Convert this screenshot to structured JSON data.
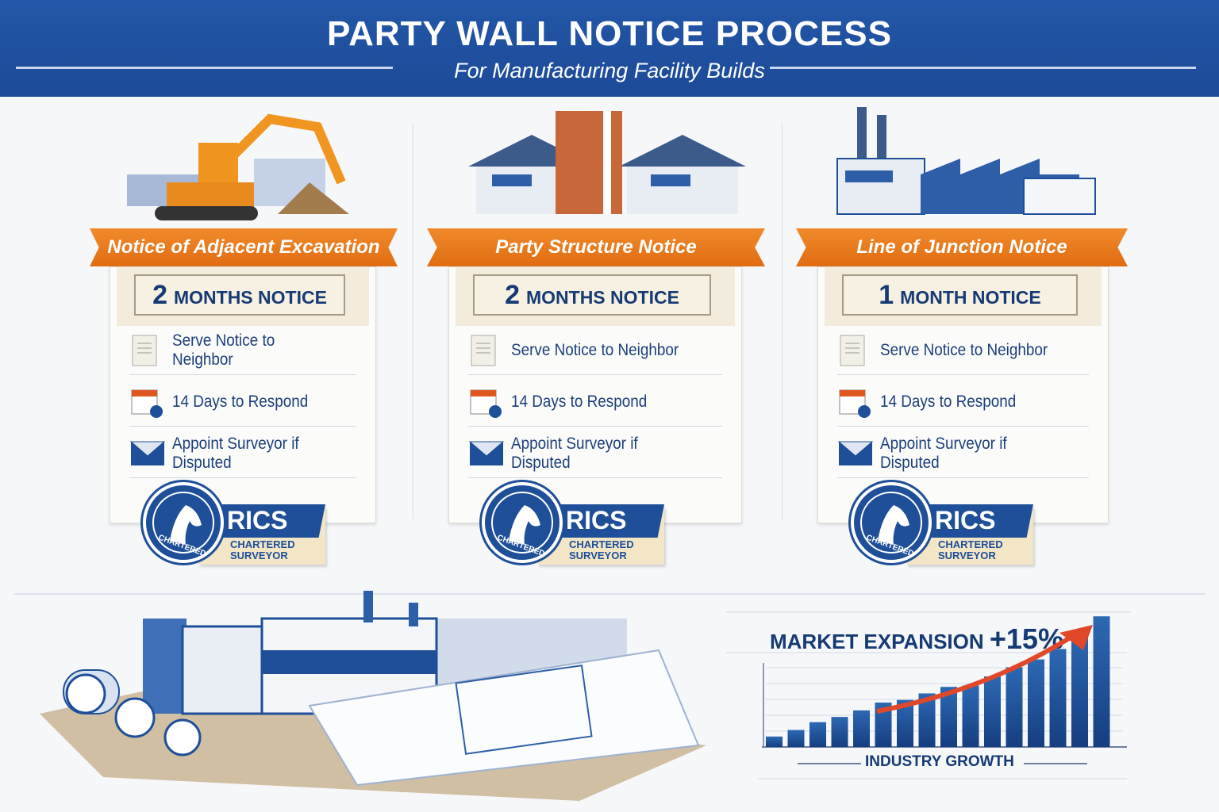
{
  "header": {
    "title": "PARTY WALL NOTICE PROCESS",
    "subtitle": "For Manufacturing Facility Builds"
  },
  "colors": {
    "header_blue": "#1f4fa0",
    "banner_orange": "#e8761c",
    "navy": "#163a74",
    "arrow_red": "#e0482a"
  },
  "columns": [
    {
      "banner": "Notice of Adjacent Excavation",
      "notice_number": "2",
      "notice_unit": "MONTHS NOTICE",
      "illustration": "excavator-icon",
      "steps": [
        {
          "icon": "document-icon",
          "label": "Serve Notice to Neighbor"
        },
        {
          "icon": "calendar-icon",
          "label": "14 Days to Respond"
        },
        {
          "icon": "envelope-icon",
          "label": "Appoint Surveyor if Disputed"
        }
      ],
      "badge": {
        "seal": "CHARTERED",
        "name": "RICS",
        "line1": "CHARTERED",
        "line2": "SURVEYOR"
      }
    },
    {
      "banner": "Party Structure Notice",
      "notice_number": "2",
      "notice_unit": "MONTHS NOTICE",
      "illustration": "party-wall-buildings-icon",
      "steps": [
        {
          "icon": "document-icon",
          "label": "Serve Notice to Neighbor"
        },
        {
          "icon": "calendar-icon",
          "label": "14 Days to Respond"
        },
        {
          "icon": "envelope-icon",
          "label": "Appoint Surveyor if Disputed"
        }
      ],
      "badge": {
        "seal": "CHARTERED",
        "name": "RICS",
        "line1": "CHARTERED",
        "line2": "SURVEYOR"
      }
    },
    {
      "banner": "Line of Junction Notice",
      "notice_number": "1",
      "notice_unit": "MONTH NOTICE",
      "illustration": "factory-icon",
      "steps": [
        {
          "icon": "document-icon",
          "label": "Serve Notice to Neighbor"
        },
        {
          "icon": "calendar-icon",
          "label": "14 Days to Respond"
        },
        {
          "icon": "envelope-icon",
          "label": "Appoint Surveyor if Disputed"
        }
      ],
      "badge": {
        "seal": "CHARTERED",
        "name": "RICS",
        "line1": "CHARTERED",
        "line2": "SURVEYOR"
      }
    }
  ],
  "chart_data": {
    "type": "bar",
    "title_prefix": "MARKET EXPANSION",
    "title_value": "+15%",
    "xlabel": "INDUSTRY GROWTH",
    "ylabel": "",
    "values": [
      8,
      13,
      19,
      23,
      28,
      34,
      36,
      41,
      46,
      47,
      54,
      61,
      67,
      75,
      88,
      100
    ],
    "ylim": [
      0,
      105
    ],
    "grid": true,
    "trend_arrow": true
  }
}
